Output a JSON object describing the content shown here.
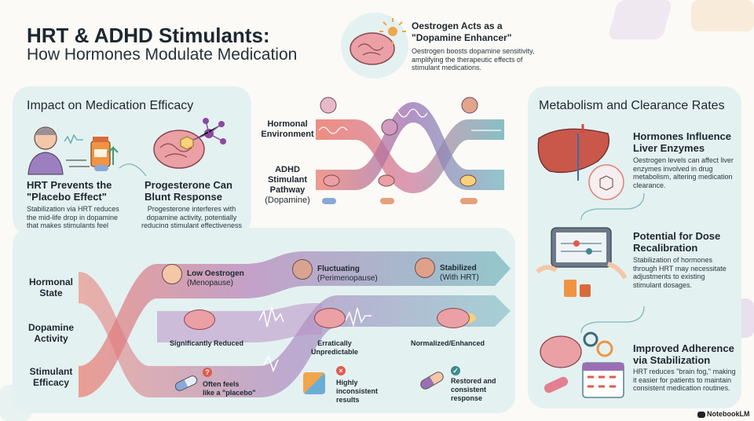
{
  "header": {
    "title": "HRT & ADHD Stimulants:",
    "subtitle": "How Hormones Modulate Medication"
  },
  "oestrogen_callout": {
    "title_line1": "Oestrogen Acts as a",
    "title_line2": "\"Dopamine Enhancer\"",
    "body": "Oestrogen boosts dopamine sensitivity, amplifying the therapeutic effects of stimulant medications."
  },
  "efficacy": {
    "heading": "Impact on Medication Efficacy",
    "placebo": {
      "title_line1": "HRT Prevents the",
      "title_line2": "\"Placebo Effect\"",
      "body": "Stabilization via HRT reduces the mid-life drop in dopamine that makes stimulants feel ineffective."
    },
    "progesterone": {
      "title_line1": "Progesterone Can",
      "title_line2": "Blunt Response",
      "body": "Progesterone interferes with dopamine activity, potentially reducing stimulant effectiveness during certain phases."
    }
  },
  "pathway": {
    "hormonal_label_l1": "Hormonal",
    "hormonal_label_l2": "Environment",
    "adhd_label_l1": "ADHD",
    "adhd_label_l2": "Stimulant",
    "adhd_label_l3": "Pathway",
    "adhd_label_l4": "(Dopamine)"
  },
  "flow": {
    "row_labels": [
      {
        "l1": "Hormonal",
        "l2": "State"
      },
      {
        "l1": "Dopamine",
        "l2": "Activity"
      },
      {
        "l1": "Stimulant",
        "l2": "Efficacy"
      }
    ],
    "states": [
      {
        "title": "Low Oestrogen",
        "sub": "(Menopause)"
      },
      {
        "title": "Fluctuating",
        "sub": "(Perimenopause)"
      },
      {
        "title": "Stabilized",
        "sub": "(With HRT)"
      }
    ],
    "dopamine": [
      "Significantly Reduced",
      "Erratically Unpredictable",
      "Normalized/Enhanced"
    ],
    "efficacy_labels": [
      {
        "l1": "Often feels",
        "l2": "like a \"placebo\""
      },
      {
        "l1": "Highly",
        "l2": "inconsistent",
        "l3": "results"
      },
      {
        "l1": "Restored and",
        "l2": "consistent",
        "l3": "response"
      }
    ]
  },
  "metabolism": {
    "heading": "Metabolism and Clearance Rates",
    "items": [
      {
        "title_l1": "Hormones Influence",
        "title_l2": "Liver Enzymes",
        "body": "Oestrogen levels can affect liver enzymes involved in drug metabolism, altering medication clearance."
      },
      {
        "title_l1": "Potential for Dose",
        "title_l2": "Recalibration",
        "body": "Stabilization of hormones through HRT may necessitate adjustments to existing stimulant dosages."
      },
      {
        "title_l1": "Improved Adherence",
        "title_l2": "via Stabilization",
        "body": "HRT reduces \"brain fog,\" making it easier for patients to maintain consistent medication routines."
      }
    ]
  },
  "footer": {
    "brand": "NotebookLM"
  },
  "colors": {
    "panel": "#e4f1f1",
    "coral": "#ec7a6c",
    "purple": "#9b6fb5",
    "teal": "#72b5bd",
    "brain": "#e9a2a6"
  }
}
